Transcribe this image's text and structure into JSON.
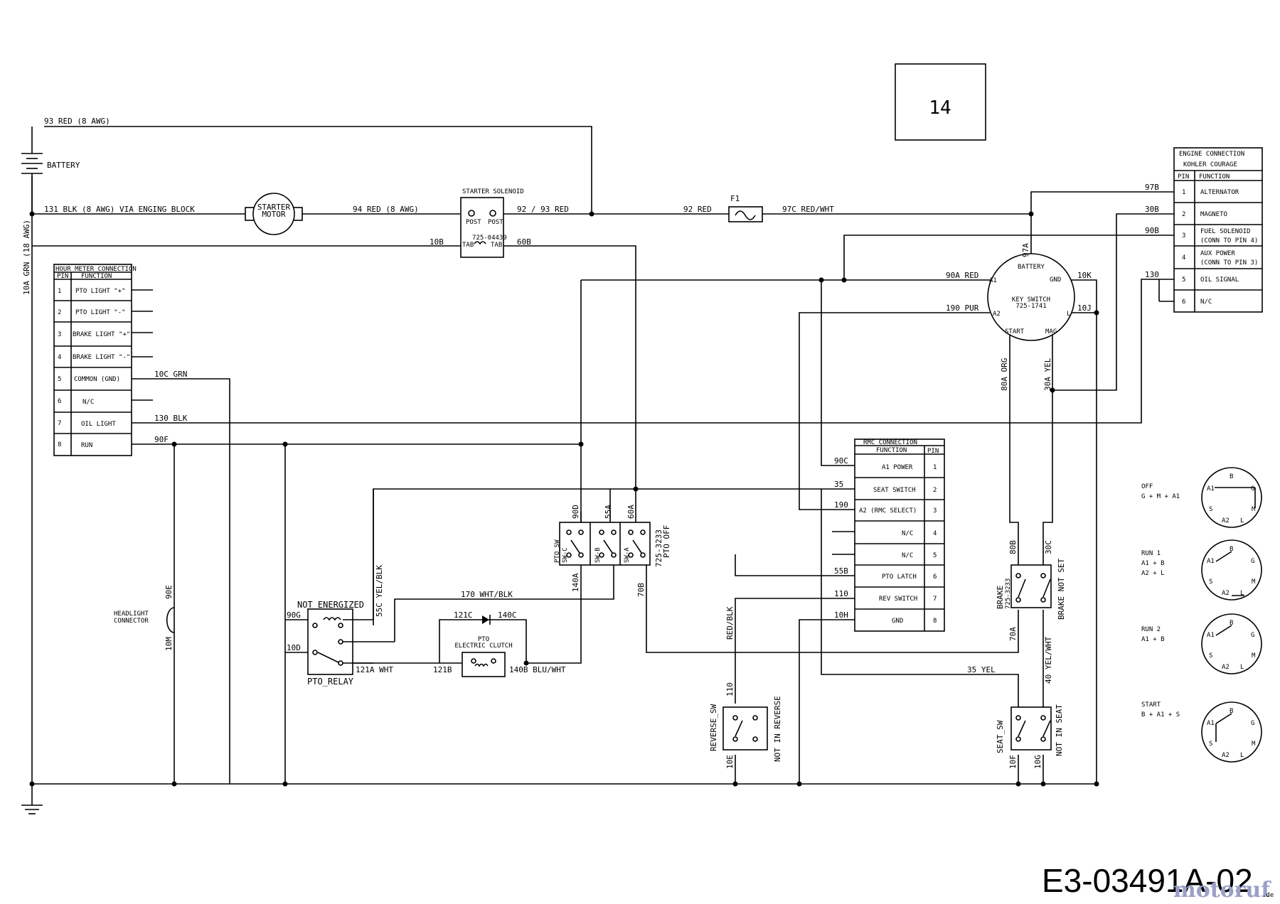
{
  "drawing_number": "E3-03491A-02",
  "page_number": "14",
  "watermark": "motoruf",
  "watermark_suffix": ".de",
  "wires": {
    "w93red": "93 RED (8 AWG)",
    "battery": "BATTERY",
    "w131": "131 BLK (8 AWG) VIA ENGING BLOCK",
    "starter_motor_line1": "STARTER",
    "starter_motor_line2": "MOTOR",
    "w94": "94 RED (8 AWG)",
    "w92_93": "92 / 93 RED",
    "w92red": "92 RED",
    "f1": "F1",
    "w97c": "97C RED/WHT",
    "w10a": "10A GRN (18 AWG)",
    "w10b": "10B",
    "w60b": "60B",
    "w10c": "10C GRN",
    "w130blk": "130 BLK",
    "w90f": "90F",
    "w90a": "90A RED",
    "w190pur": "190 PUR",
    "w10k": "10K",
    "w10j": "10J",
    "w97a": "97A",
    "w80a": "80A ORG",
    "w30a": "30A YEL",
    "w97b": "97B",
    "w30b": "30B",
    "w90b": "90B",
    "w130": "130",
    "w90c": "90C",
    "w35": "35",
    "w190": "190",
    "w55b": "55B",
    "w110": "110",
    "w10h": "10H",
    "w90d": "90D",
    "w55a": "55A",
    "w60a": "60A",
    "w140a": "140A",
    "w70b": "70B",
    "w170": "170 WHT/BLK",
    "w55c": "55C YEL/BLK",
    "w121c": "121C",
    "w140c": "140C",
    "w121a": "121A WHT",
    "w121b": "121B",
    "w140b": "140B BLU/WHT",
    "w90g": "90G",
    "w10d": "10D",
    "w90e": "90E",
    "w10m": "10M",
    "headlight_line1": "HEADLIGHT",
    "headlight_line2": "CONNECTOR",
    "red_blk": "RED/BLK",
    "w110b": "110",
    "w10e": "10E",
    "w80b": "80B",
    "w30c": "30C",
    "w70a": "70A",
    "w40": "40 YEL/WHT",
    "w35yel": "35 YEL",
    "w10f": "10F",
    "w10g": "10G"
  },
  "components": {
    "not_energized": "NOT ENERGIZED",
    "pto_relay": "PTO_RELAY",
    "pto_clutch_line1": "PTO",
    "pto_clutch_line2": "ELECTRIC CLUTCH",
    "pto_sw": "PTO_SW",
    "pto_sw_part": "725-3233",
    "pto_off": "PTO OFF",
    "sw_c": "SW-C",
    "sw_b": "SW-B",
    "sw_a": "SW-A",
    "reverse_sw": "REVERSE_SW",
    "not_in_reverse": "NOT IN REVERSE",
    "seat_sw": "SEAT_SW",
    "not_in_seat": "NOT IN SEAT",
    "brake": "BRAKE",
    "brake_part": "725-3233",
    "brake_not_set": "BRAKE NOT SET",
    "solenoid_title": "STARTER SOLENOID",
    "solenoid_part": "725-04439",
    "post": "POST",
    "tab": "TAB",
    "key_switch_battery": "BATTERY",
    "key_switch_gnd": "GND",
    "key_switch_line1": "KEY SWITCH",
    "key_switch_line2": "725-1741",
    "key_switch_a1": "A1",
    "key_switch_a2": "A2",
    "key_switch_l": "L",
    "key_switch_start": "START",
    "key_switch_mag": "MAG"
  },
  "hour_meter": {
    "title": "HOUR METER CONNECTION",
    "col_pin": "PIN",
    "col_function": "FUNCTION",
    "rows": [
      {
        "pin": "1",
        "function": "PTO LIGHT \"+\""
      },
      {
        "pin": "2",
        "function": "PTO LIGHT \"-\""
      },
      {
        "pin": "3",
        "function": "BRAKE LIGHT \"+\""
      },
      {
        "pin": "4",
        "function": "BRAKE LIGHT \"-\""
      },
      {
        "pin": "5",
        "function": "COMMON (GND)"
      },
      {
        "pin": "6",
        "function": "N/C"
      },
      {
        "pin": "7",
        "function": "OIL LIGHT"
      },
      {
        "pin": "8",
        "function": "RUN"
      }
    ]
  },
  "rmc": {
    "title": "RMC CONNECTION",
    "col_function": "FUNCTION",
    "col_pin": "PIN",
    "rows": [
      {
        "function": "A1 POWER",
        "pin": "1"
      },
      {
        "function": "SEAT SWITCH",
        "pin": "2"
      },
      {
        "function": "A2 (RMC SELECT)",
        "pin": "3"
      },
      {
        "function": "N/C",
        "pin": "4"
      },
      {
        "function": "N/C",
        "pin": "5"
      },
      {
        "function": "PTO LATCH",
        "pin": "6"
      },
      {
        "function": "REV SWITCH",
        "pin": "7"
      },
      {
        "function": "GND",
        "pin": "8"
      }
    ]
  },
  "engine": {
    "title_line1": "ENGINE CONNECTION",
    "title_line2": "KOHLER COURAGE",
    "col_pin": "PIN",
    "col_function": "FUNCTION",
    "rows": [
      {
        "pin": "1",
        "function": "ALTERNATOR",
        "function2": ""
      },
      {
        "pin": "2",
        "function": "MAGNETO",
        "function2": ""
      },
      {
        "pin": "3",
        "function": "FUEL SOLENOID",
        "function2": "(CONN TO PIN 4)"
      },
      {
        "pin": "4",
        "function": "AUX POWER",
        "function2": "(CONN TO PIN 3)"
      },
      {
        "pin": "5",
        "function": "OIL SIGNAL",
        "function2": ""
      },
      {
        "pin": "6",
        "function": "N/C",
        "function2": ""
      }
    ]
  },
  "key_positions": [
    {
      "title": "OFF",
      "line1": "G + M + A1",
      "line2": ""
    },
    {
      "title": "RUN 1",
      "line1": "A1 + B",
      "line2": "A2 + L"
    },
    {
      "title": "RUN 2",
      "line1": "A1 + B",
      "line2": ""
    },
    {
      "title": "START",
      "line1": "B + A1 + S",
      "line2": ""
    }
  ],
  "key_dial_labels": {
    "b": "B",
    "a1": "A1",
    "g": "G",
    "s": "S",
    "m": "M",
    "a2": "A2",
    "l": "L"
  }
}
